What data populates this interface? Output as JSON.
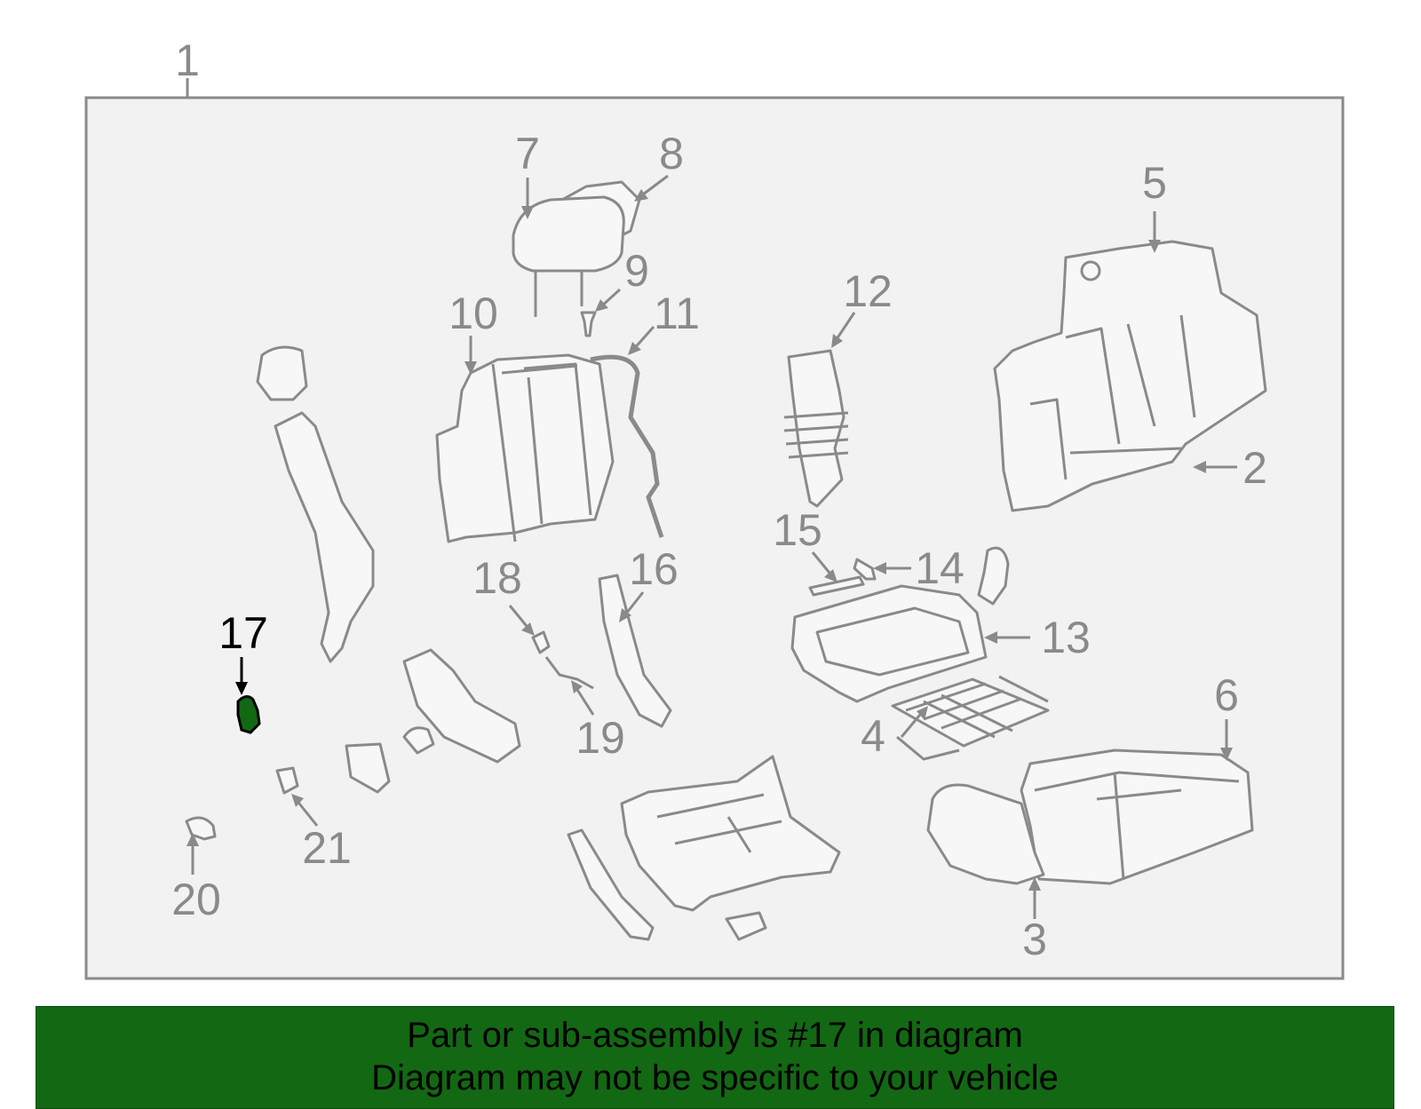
{
  "callouts": [
    {
      "num": "1"
    },
    {
      "num": "2"
    },
    {
      "num": "3"
    },
    {
      "num": "4"
    },
    {
      "num": "5"
    },
    {
      "num": "6"
    },
    {
      "num": "7"
    },
    {
      "num": "8"
    },
    {
      "num": "9"
    },
    {
      "num": "10"
    },
    {
      "num": "11"
    },
    {
      "num": "12"
    },
    {
      "num": "13"
    },
    {
      "num": "14"
    },
    {
      "num": "15"
    },
    {
      "num": "16"
    },
    {
      "num": "17"
    },
    {
      "num": "18"
    },
    {
      "num": "19"
    },
    {
      "num": "20"
    },
    {
      "num": "21"
    }
  ],
  "highlight": {
    "part": "17",
    "color": "#136813"
  },
  "colors": {
    "line": "#8a8a8a",
    "panel": "#f2f2f2",
    "label": "#8a8a8a",
    "highlight_label": "#000000"
  },
  "banner": {
    "line1": "Part or sub-assembly is #17 in diagram",
    "line2": "Diagram may not be specific to your vehicle",
    "color": "#136813"
  }
}
